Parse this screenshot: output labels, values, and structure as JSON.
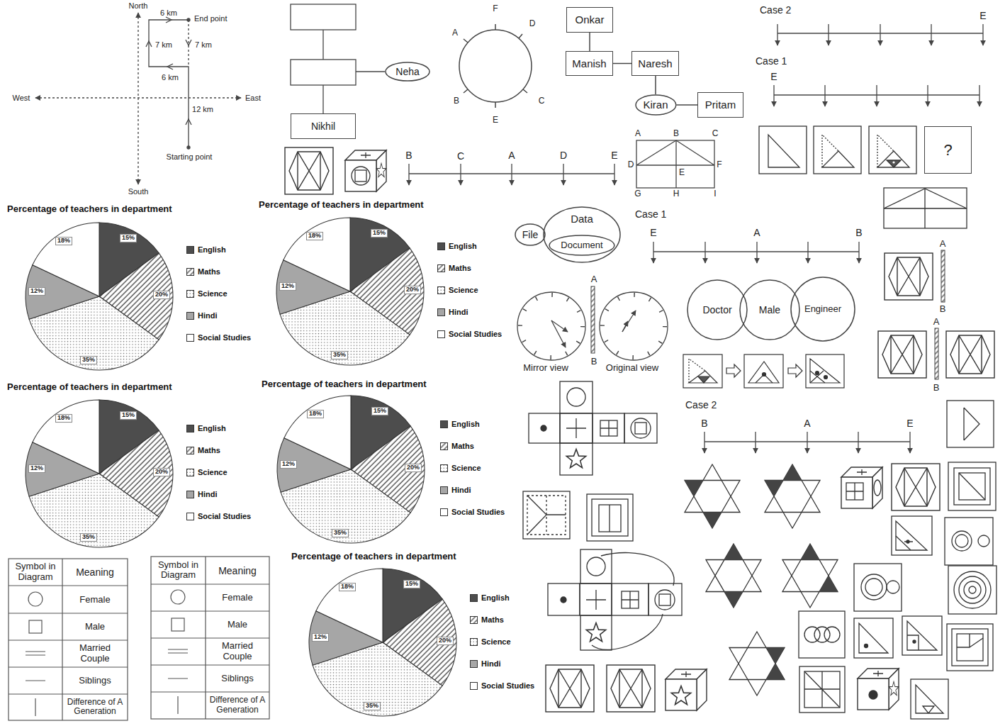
{
  "diagram": {
    "nodes": [
      {
        "text": [
          "Neha"
        ]
      },
      {
        "text": [
          "Nikhil"
        ]
      },
      {
        "text": [
          "Onkar"
        ]
      },
      {
        "text": [
          "Manish"
        ]
      },
      {
        "text": [
          "Naresh"
        ]
      },
      {
        "text": [
          "Kiran"
        ]
      },
      {
        "text": [
          "Pritam"
        ]
      },
      {
        "text": [
          "?"
        ]
      },
      {
        "text": [
          "File"
        ]
      },
      {
        "text": [
          "Data"
        ]
      },
      {
        "text": [
          "Document"
        ],
        "in": 9
      },
      {
        "text": [
          "Doctor"
        ]
      },
      {
        "text": [
          "Male"
        ]
      },
      {
        "text": [
          "Engineer"
        ]
      }
    ],
    "edges": [
      {
        "from": 2,
        "to": 3,
        "arrow": "none"
      },
      {
        "from": 3,
        "to": 4,
        "arrow": "none"
      },
      {
        "from": 4,
        "to": 5,
        "arrow": "none"
      },
      {
        "from": 5,
        "to": 6,
        "arrow": "none"
      }
    ],
    "labels": [
      "North",
      "West",
      "East",
      "South",
      "6 km",
      "End point",
      "7 km",
      "7 km",
      "6 km",
      "12 km",
      "Starting point",
      "F",
      "A",
      "D",
      "B",
      "C",
      "E",
      "Case 2",
      "E",
      "Case 1",
      "E",
      "B",
      "C",
      "A",
      "D",
      "E",
      "A",
      "B",
      "C",
      "D",
      "E",
      "F",
      "G",
      "H",
      "I",
      "Case 1",
      "E",
      "A",
      "B",
      "A",
      "B",
      "Mirror view",
      "Original view",
      "A",
      "B",
      "A",
      "B",
      "Case 2",
      "B",
      "A",
      "E",
      "Percentage of teachers in department",
      "15%",
      "20%",
      "35%",
      "12%",
      "18%",
      "Percentage of teachers in department",
      "15%",
      "20%",
      "35%",
      "12%",
      "18%",
      "Percentage of teachers in department",
      "15%",
      "20%",
      "35%",
      "12%",
      "18%",
      "Percentage of teachers in department",
      "15%",
      "20%",
      "35%",
      "12%",
      "18%",
      "Percentage of teachers in department",
      "15%",
      "20%",
      "35%",
      "12%",
      "18%",
      "Symbol in Diagram",
      "Meaning",
      "Female",
      "Male",
      "Married Couple",
      "Siblings",
      "Difference of A Generation",
      "Symbol in Diagram",
      "Meaning",
      "Female",
      "Male",
      "Married Couple",
      "Siblings",
      "Difference of A Generation"
    ],
    "legend": [
      {
        "text": "English",
        "color": "#4d4d4d"
      },
      {
        "text": "Maths"
      },
      {
        "text": "Science"
      },
      {
        "text": "Hindi",
        "color": "#a6a6a6"
      },
      {
        "text": "Social Studies",
        "color": "#ffffff"
      },
      {
        "text": "English",
        "color": "#4d4d4d"
      },
      {
        "text": "Maths"
      },
      {
        "text": "Science"
      },
      {
        "text": "Hindi",
        "color": "#a6a6a6"
      },
      {
        "text": "Social Studies",
        "color": "#ffffff"
      },
      {
        "text": "English",
        "color": "#4d4d4d"
      },
      {
        "text": "Maths"
      },
      {
        "text": "Science"
      },
      {
        "text": "Hindi",
        "color": "#a6a6a6"
      },
      {
        "text": "Social Studies",
        "color": "#ffffff"
      },
      {
        "text": "English",
        "color": "#4d4d4d"
      },
      {
        "text": "Maths"
      },
      {
        "text": "Science"
      },
      {
        "text": "Hindi",
        "color": "#a6a6a6"
      },
      {
        "text": "Social Studies",
        "color": "#ffffff"
      },
      {
        "text": "English",
        "color": "#4d4d4d"
      },
      {
        "text": "Maths"
      },
      {
        "text": "Science"
      },
      {
        "text": "Hindi",
        "color": "#a6a6a6"
      },
      {
        "text": "Social Studies",
        "color": "#ffffff"
      }
    ]
  }
}
